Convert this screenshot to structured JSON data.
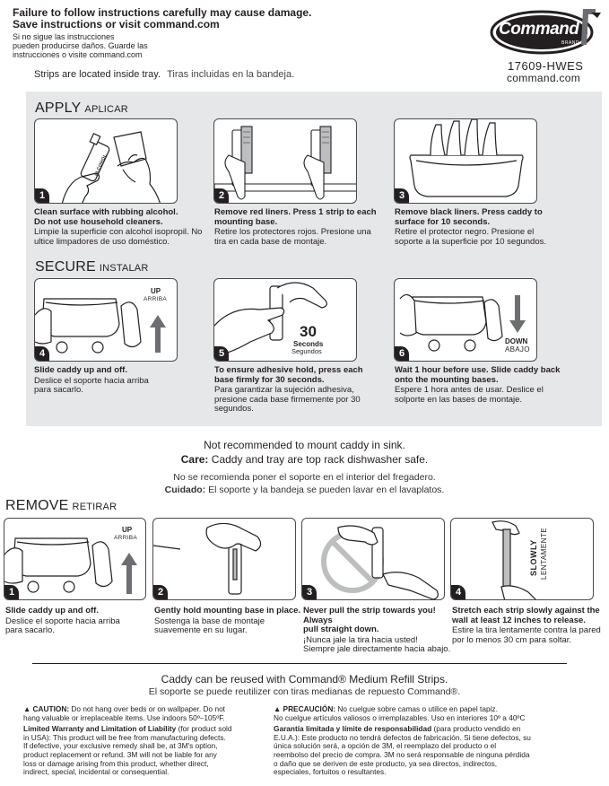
{
  "header": {
    "warning_line1": "Failure to follow instructions carefully may cause damage.",
    "warning_line2": "Save instructions or visit command.com",
    "spanish_line1": "Si no sigue las instrucciones",
    "spanish_line2": "pueden producirse daños. Guarde las",
    "spanish_line3": "instrucciones o visite command.com",
    "strips_en": "Strips are located inside tray.",
    "strips_es": "Tiras incluidas en la bandeja.",
    "brand": "Command",
    "brand_small": "BRAND",
    "product_code": "17609-HWES",
    "website": "command.com"
  },
  "apply": {
    "title": "APPLY",
    "title_es": "APLICAR",
    "steps": [
      {
        "num": "1",
        "bold1": "Clean surface with rubbing alcohol.",
        "bold2": "Do not use household cleaners.",
        "es1": "Limpie la superficie con alcohol isopropil. No",
        "es2": "ultice limpadores de uso doméstico.",
        "bottle_label": "ALCOHOL"
      },
      {
        "num": "2",
        "bold1": "Remove red liners. Press 1 strip to each",
        "bold2": "mounting base.",
        "es1": "Retire los protectores rojos. Presione una",
        "es2": "tira en cada base de montaje."
      },
      {
        "num": "3",
        "bold1": "Remove black liners. Press caddy to",
        "bold2": "surface for 10 seconds.",
        "es1": "Retire el protector negro. Presione el",
        "es2": "soporte a la superficie por 10 segundos."
      }
    ]
  },
  "secure": {
    "title": "SECURE",
    "title_es": "INSTALAR",
    "steps": [
      {
        "num": "4",
        "up": "UP",
        "up_es": "ARRIBA",
        "bold1": "Slide caddy up and off.",
        "es1": "Deslice el soporte hacia arriba",
        "es2": "para sacarlo."
      },
      {
        "num": "5",
        "seconds_num": "30",
        "seconds": "Seconds",
        "seconds_es": "Segundos",
        "bold1": "To ensure adhesive hold, press each",
        "bold2": "base firmly for 30 seconds.",
        "es1": "Para garantizar la sujeción adhesiva,",
        "es2": "presione cada base firmemente por 30",
        "es3": "segundos."
      },
      {
        "num": "6",
        "down": "DOWN",
        "down_es": "ABAJO",
        "bold1": "Wait 1 hour before use. Slide caddy back",
        "bold2": "onto the mounting bases.",
        "es1": "Espere 1 hora antes de usar. Deslice el",
        "es2": "solporte en las bases de montaje."
      }
    ]
  },
  "notes": {
    "sink_en": "Not recommended to mount caddy in sink.",
    "care_label": "Care:",
    "care_en": "Caddy and tray are top rack dishwasher safe.",
    "sink_es": "No se recomienda poner el soporte en el interior del fregadero.",
    "care_label_es": "Cuidado:",
    "care_es": "El soporte y la bandeja se pueden lavar en el lavaplatos."
  },
  "remove": {
    "title": "REMOVE",
    "title_es": "RETIRAR",
    "steps": [
      {
        "num": "1",
        "up": "UP",
        "up_es": "ARRIBA",
        "bold1": "Slide caddy up and off.",
        "es1": "Deslice el soporte hacia arriba",
        "es2": "para sacarlo."
      },
      {
        "num": "2",
        "bold1": "Gently hold mounting base in place.",
        "es1": "Sostenga la base de montaje",
        "es2": "suavemente en su lugar."
      },
      {
        "num": "3",
        "bold1": "Never pull the strip towards you! Always",
        "bold2": "pull straight down.",
        "es1": "¡Nunca jale la tira hacia usted!",
        "es2": "Siempre jale directamente hacia abajo."
      },
      {
        "num": "4",
        "slowly": "SLOWLY",
        "slowly_es": "LENTAMENTE",
        "bold1": "Stretch each strip slowly against the",
        "bold2": "wall at least 12 inches to release.",
        "es1": "Estire la tira lentamente contra la pared",
        "es2": "por lo menos 30 cm para soltar."
      }
    ]
  },
  "reuse": {
    "en": "Caddy can be reused with Command® Medium Refill Strips.",
    "es": "El soporte se puede reutilizer con tiras medianas de repuesto Command®."
  },
  "legal": {
    "caution_label": "CAUTION:",
    "caution_text1": "Do not hang over beds or on wallpaper. Do not",
    "caution_text2": "hang valuable or irreplaceable items. Use indoors 50º–105ºF.",
    "warranty_label": "Limited Warranty and Limitation of Liability",
    "warranty_tail": "(for product sold",
    "warranty_lines": [
      "in USA): This product will be free from manufacturing defects.",
      "If defective, your exclusive remedy shall be, at 3M's option,",
      "product replacement or refund. 3M will not be liable for any",
      "loss or damage arising from this product, whether direct,",
      "indirect, special, incidental or consequential."
    ],
    "precaucion_label": "PRECAUCIÓN:",
    "precaucion_text1": "No cuelgue sobre camas o utilice en papel tapiz.",
    "precaucion_text2": "No cuelgue artículos valiosos o irremplazables. Uso en interiores 10º a 40ºC",
    "garantia_label": "Garantía limitada y límite de responsabilidad",
    "garantia_tail": "(para producto vendido en",
    "garantia_lines": [
      "E.U.A.): Este producto no tendrá defectos de fabricación. Si tiene defectos, su",
      "única solución será, a opción de 3M, el reemplazo del producto o el",
      "reembolso del precio de compra. 3M no será responsable de ninguna pérdida",
      "o daño que se deriven de este producto, ya sea directos, indirectos,",
      "especiales, fortuitos o resultantes."
    ]
  }
}
